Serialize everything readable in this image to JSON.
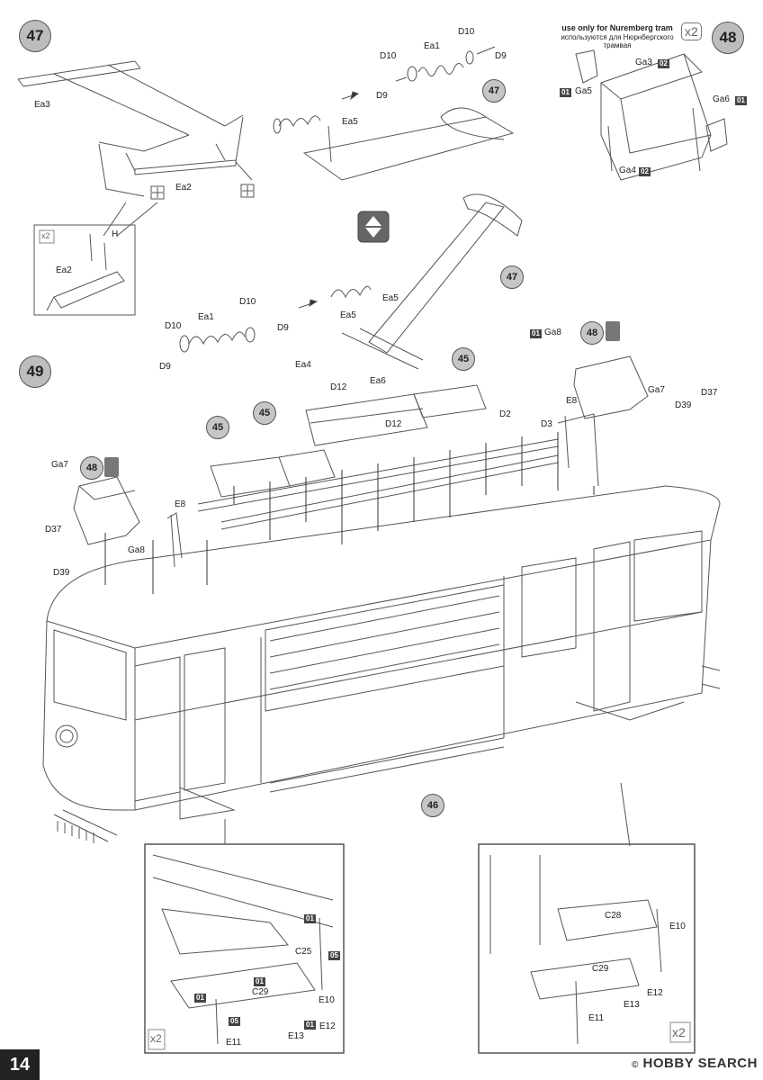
{
  "page": {
    "number": "14",
    "watermark": "HOBBY SEARCH",
    "watermark_mark": "©"
  },
  "note": {
    "line1": "use only for Nuremberg tram",
    "line2": "используются для Нюрнбергского трамвая"
  },
  "steps": {
    "s47": "47",
    "s48": "48",
    "s49": "49",
    "s45": "45",
    "s46": "46"
  },
  "multipliers": {
    "x2": "x2",
    "x_sign": "x",
    "two": "2"
  },
  "tags": {
    "t01": "01",
    "t02": "02",
    "t05": "05"
  },
  "labels": {
    "Ea1": "Ea1",
    "Ea2": "Ea2",
    "Ea3": "Ea3",
    "Ea4": "Ea4",
    "Ea5": "Ea5",
    "Ea6": "Ea6",
    "D2": "D2",
    "D3": "D3",
    "D9": "D9",
    "D10": "D10",
    "D12": "D12",
    "D37": "D37",
    "D39": "D39",
    "E8": "E8",
    "E10": "E10",
    "E11": "E11",
    "E12": "E12",
    "E13": "E13",
    "C25": "C25",
    "C28": "C28",
    "C29": "C29",
    "Ga3": "Ga3",
    "Ga4": "Ga4",
    "Ga5": "Ga5",
    "Ga6": "Ga6",
    "Ga7": "Ga7",
    "Ga8": "Ga8",
    "H": "H"
  },
  "colors": {
    "step_fill": "#bdbdbd",
    "tag_fill": "#444444",
    "line": "#555555"
  }
}
